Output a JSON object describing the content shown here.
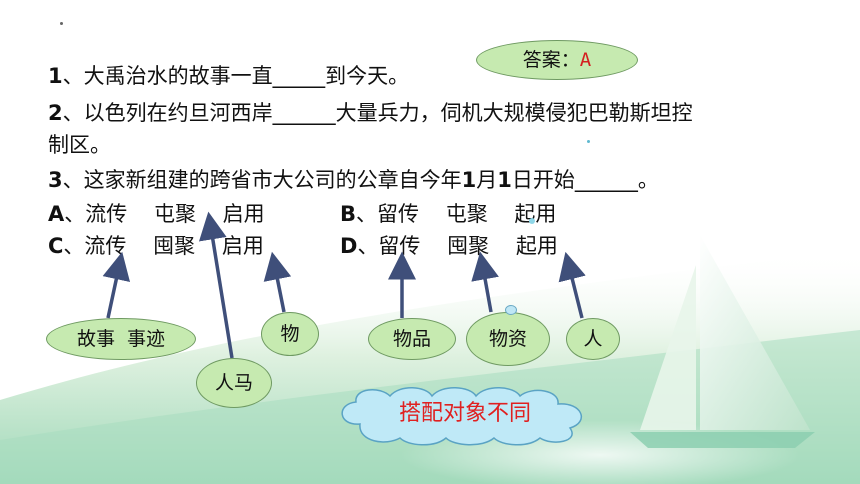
{
  "answer": {
    "label": "答案：",
    "value": "A"
  },
  "questions": [
    {
      "num": "1",
      "text": "、大禹治水的故事一直_____到今天。"
    },
    {
      "num": "2",
      "text": "、以色列在约旦河西岸______大量兵力，伺机大规模侵犯巴勒斯坦控"
    },
    {
      "num": "",
      "text": "制区。"
    },
    {
      "num": "3",
      "text": "、这家新组建的跨省市大公司的公章自今年",
      "num2": "1",
      "mid": "月",
      "num3": "1",
      "tail": "日开始______。"
    }
  ],
  "options": {
    "a": {
      "letter": "A",
      "text": "、流传    屯聚    启用"
    },
    "b": {
      "letter": "B",
      "text": "、留传    屯聚    起用"
    },
    "c": {
      "letter": "C",
      "text": "、流传    囤聚    启用"
    },
    "d": {
      "letter": "D",
      "text": "、留传    囤聚    起用"
    }
  },
  "bubbles": {
    "gushi": "故事  事迹",
    "renma": "人马",
    "wu": "物",
    "wupin": "物品",
    "wuzi": "物资",
    "ren": "人"
  },
  "cloud": "搭配对象不同",
  "colors": {
    "bubble": "#c6eab0",
    "red": "#e02020",
    "arrow": "#3f4f7a"
  }
}
